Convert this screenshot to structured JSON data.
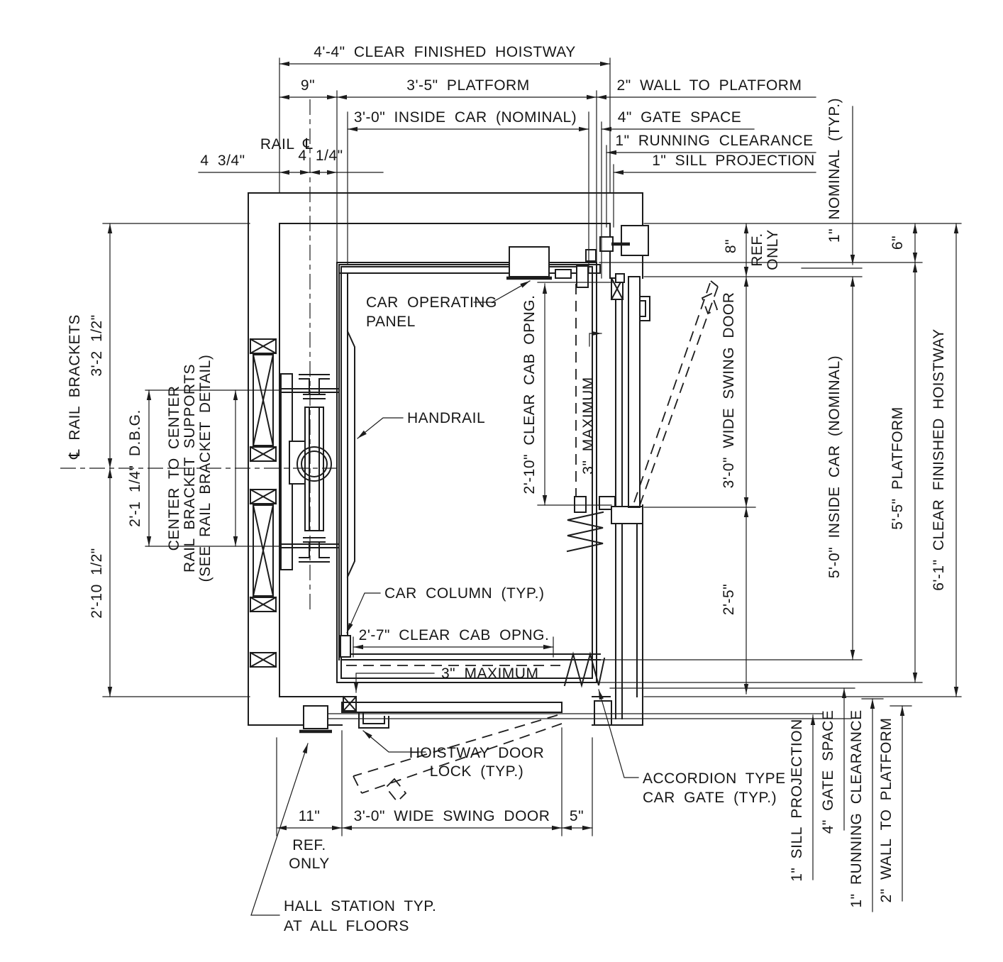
{
  "colors": {
    "line": "#1c1c1c",
    "background": "#ffffff"
  },
  "top_dims": {
    "clear_hoistway": "4'-4\" CLEAR FINISHED HOISTWAY",
    "offset_9": "9\"",
    "platform": "3'-5\" PLATFORM",
    "wall_to_platform": "2\" WALL TO PLATFORM",
    "inside_car": "3'-0\" INSIDE CAR (NOMINAL)",
    "gate_space": "4\" GATE SPACE",
    "running_clearance": "1\" RUNNING CLEARANCE",
    "sill_projection": "1\" SILL PROJECTION",
    "rail_centerline": "RAIL ℄",
    "rail_offset_left": "4 3/4\"",
    "rail_offset_right": "4 1/4\""
  },
  "left_dims": {
    "rail_brackets_centerline": "℄ RAIL BRACKETS",
    "upper": "3'-2 1/2\"",
    "lower": "2'-10 1/2\"",
    "dbg": "2'-1 1/4\" D.B.G.",
    "bracket_note_1": "CENTER TO CENTER",
    "bracket_note_2": "RAIL BRACKET SUPPORTS",
    "bracket_note_3": "(SEE RAIL BRACKET DETAIL)"
  },
  "right_dims": {
    "nominal": "1\" NOMINAL (TYP.)",
    "ref_8": "8\"",
    "ref_only_1": "REF.",
    "ref_only_2": "ONLY",
    "top_6": "6\"",
    "swing_door": "3'-0\" WIDE SWING DOOR",
    "below_door": "2'-5\"",
    "inside_car": "5'-0\" INSIDE CAR (NOMINAL)",
    "platform": "5'-5\" PLATFORM",
    "clear_hoistway": "6'-1\" CLEAR FINISHED HOISTWAY"
  },
  "bottom_dims": {
    "offset_11": "11\"",
    "ref_only_1": "REF.",
    "ref_only_2": "ONLY",
    "swing_door": "3'-0\" WIDE SWING DOOR",
    "offset_5": "5\"",
    "sill_projection": "1\" SILL PROJECTION",
    "gate_space": "4\" GATE SPACE",
    "running_clearance": "1\" RUNNING CLEARANCE",
    "wall_to_platform": "2\" WALL TO PLATFORM"
  },
  "annotations": {
    "cop_1": "CAR OPERATING",
    "cop_2": "PANEL",
    "handrail": "HANDRAIL",
    "clear_cab_right": "2'-10\" CLEAR CAB OPNG.",
    "max_right": "3\" MAXIMUM",
    "car_column": "CAR COLUMN (TYP.)",
    "clear_cab_bottom": "2'-7\" CLEAR CAB OPNG.",
    "max_bottom": "3\" MAXIMUM",
    "door_lock_1": "HOISTWAY DOOR",
    "door_lock_2": "LOCK (TYP.)",
    "accordion_1": "ACCORDION TYPE",
    "accordion_2": "CAR GATE (TYP.)",
    "hall_station_1": "HALL STATION TYP.",
    "hall_station_2": "AT ALL FLOORS"
  }
}
